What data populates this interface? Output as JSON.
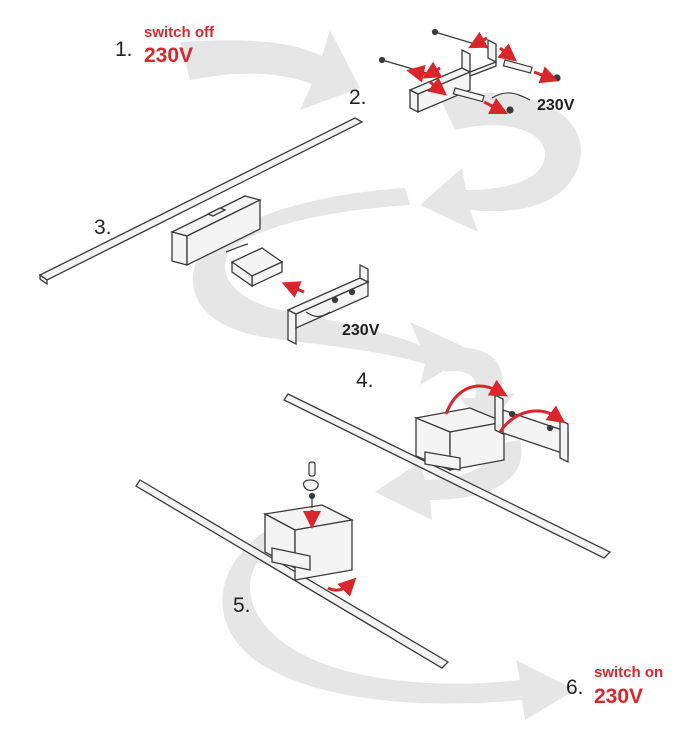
{
  "colors": {
    "accent_red": "#d9262c",
    "flow_arrow_gray": "#e6e6e6",
    "line_dark": "#3a3a3a",
    "fixture_body": "#f4f4f4"
  },
  "steps": [
    {
      "number": "1.",
      "label": "switch off",
      "voltage": "230V"
    },
    {
      "number": "2.",
      "voltage": "230V"
    },
    {
      "number": "3.",
      "voltage": "230V"
    },
    {
      "number": "4."
    },
    {
      "number": "5."
    },
    {
      "number": "6.",
      "label": "switch on",
      "voltage": "230V"
    }
  ],
  "icons": [
    "flow-arrow-icon",
    "screw-icon",
    "wall-plug-icon",
    "mounting-bracket-icon",
    "power-supply-icon",
    "cable-icon",
    "lamp-bar-icon",
    "lamp-housing-icon",
    "rotate-arrow-icon",
    "set-screw-icon"
  ]
}
